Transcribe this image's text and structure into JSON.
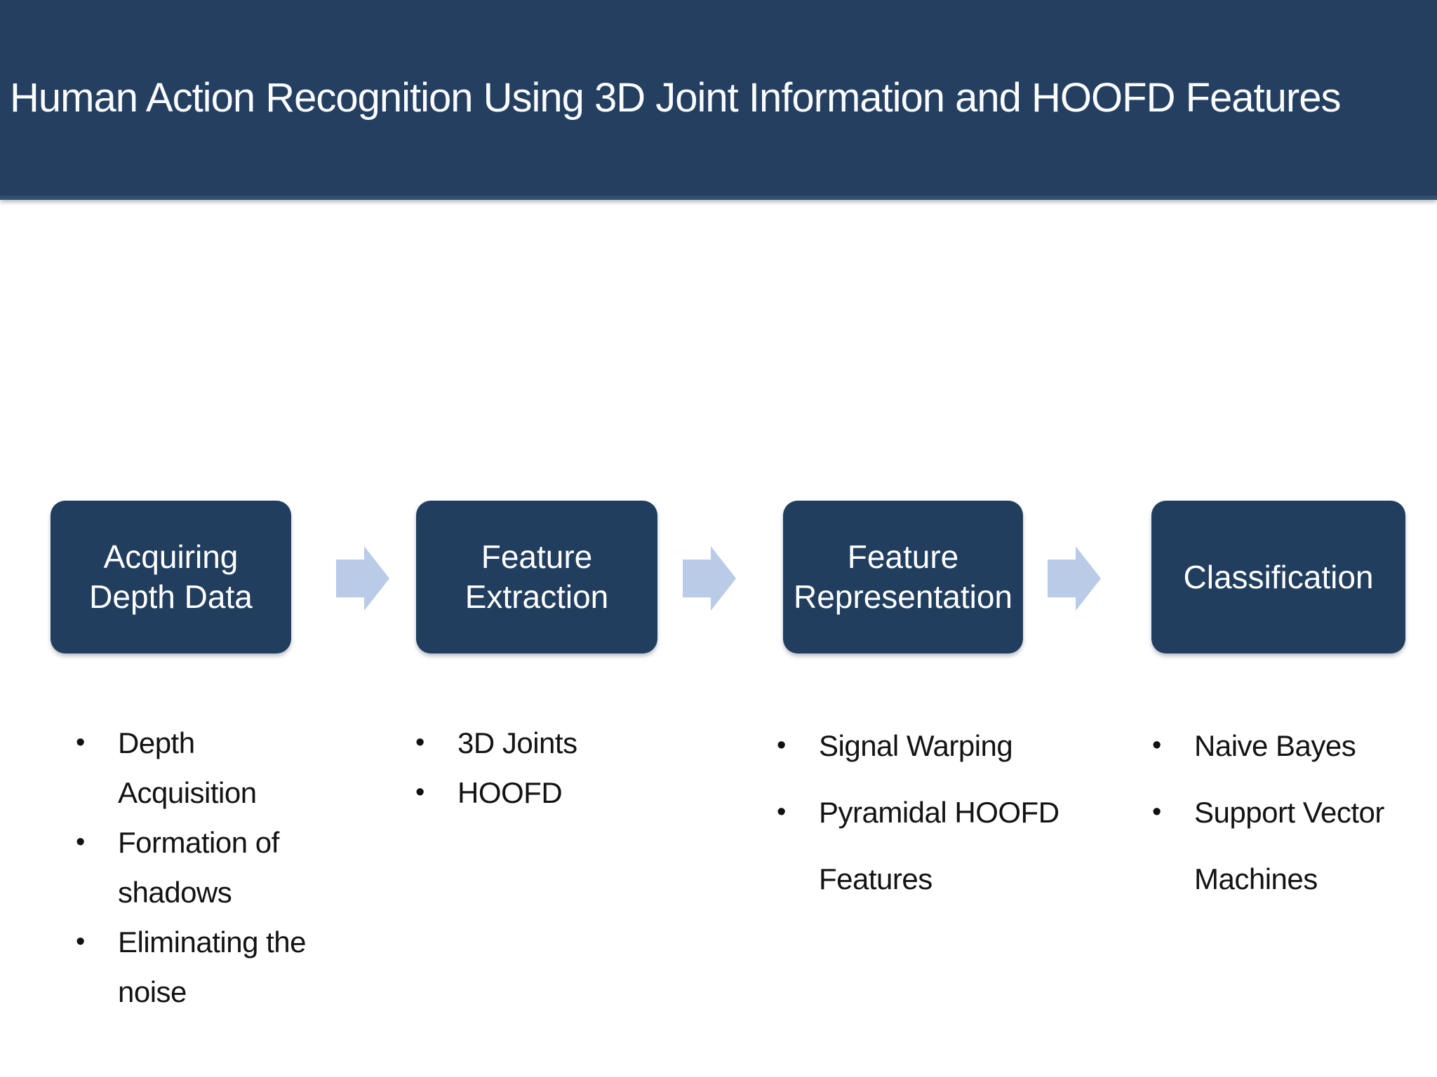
{
  "slide": {
    "title": "Human Action Recognition Using 3D Joint Information and HOOFD Features"
  },
  "colors": {
    "title_band_bg": "#253F61",
    "stage_box_bg": "#223E5E",
    "arrow_fill": "#B9CBE7",
    "title_text": "#FAFCFE",
    "stage_text": "#FFFFFF",
    "bullet_text": "#131313",
    "background": "#FFFFFF"
  },
  "ui": {
    "bullet_char": "•"
  },
  "pipeline": {
    "stages": [
      {
        "label": "Acquiring\nDepth Data",
        "bullets": [
          "Depth\nAcquisition",
          "Formation of\nshadows",
          "Eliminating the\nnoise"
        ]
      },
      {
        "label": "Feature\nExtraction",
        "bullets": [
          "3D Joints",
          "HOOFD"
        ]
      },
      {
        "label": "Feature\nRepresentation",
        "bullets": [
          "Signal Warping",
          "Pyramidal HOOFD\nFeatures"
        ]
      },
      {
        "label": "Classification",
        "bullets": [
          "Naive Bayes",
          "Support Vector\nMachines"
        ]
      }
    ]
  }
}
